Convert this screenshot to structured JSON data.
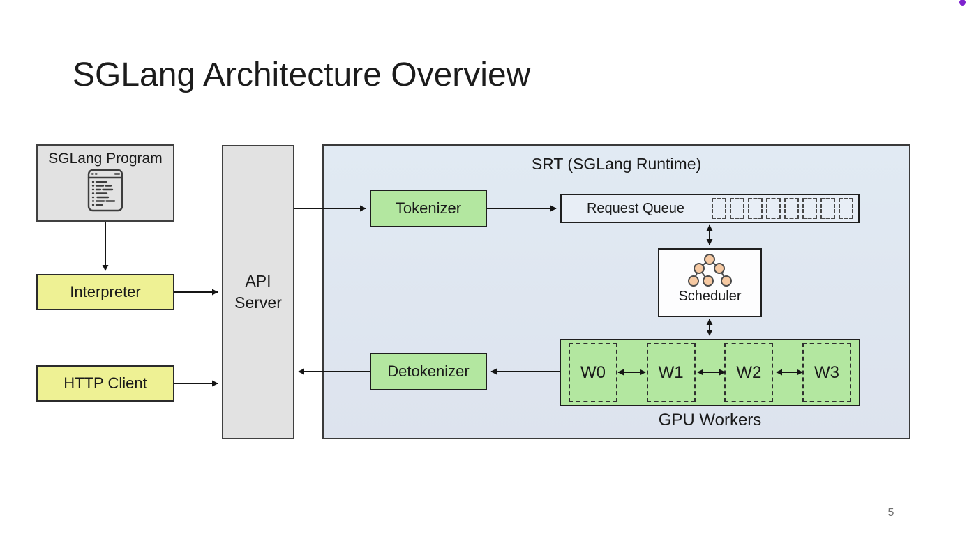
{
  "slide": {
    "title": "SGLang Architecture Overview",
    "page_number": "5"
  },
  "client_side": {
    "sglang_program": {
      "label": "SGLang Program",
      "icon": "code-file-icon"
    },
    "interpreter": {
      "label": "Interpreter"
    },
    "http_client": {
      "label": "HTTP Client"
    }
  },
  "api_server": {
    "label": "API Server"
  },
  "srt": {
    "title": "SRT (SGLang Runtime)",
    "tokenizer": {
      "label": "Tokenizer"
    },
    "detokenizer": {
      "label": "Detokenizer"
    },
    "request_queue": {
      "label": "Request Queue",
      "slot_count": 8
    },
    "scheduler": {
      "label": "Scheduler",
      "icon": "radix-tree-icon"
    },
    "gpu_workers": {
      "label": "GPU Workers",
      "workers": [
        "W0",
        "W1",
        "W2",
        "W3"
      ]
    }
  },
  "decorations": {
    "recording_dot_color": "#7e22ce"
  },
  "colors": {
    "client_box_gray": "#e2e2e2",
    "accent_yellow": "#eef194",
    "accent_green": "#b3e7a0",
    "srt_background_blue": "#dfe8f2",
    "queue_fill": "#e8eef6",
    "tree_node_peach": "#f6c9a2",
    "arrow_black": "#151515"
  }
}
